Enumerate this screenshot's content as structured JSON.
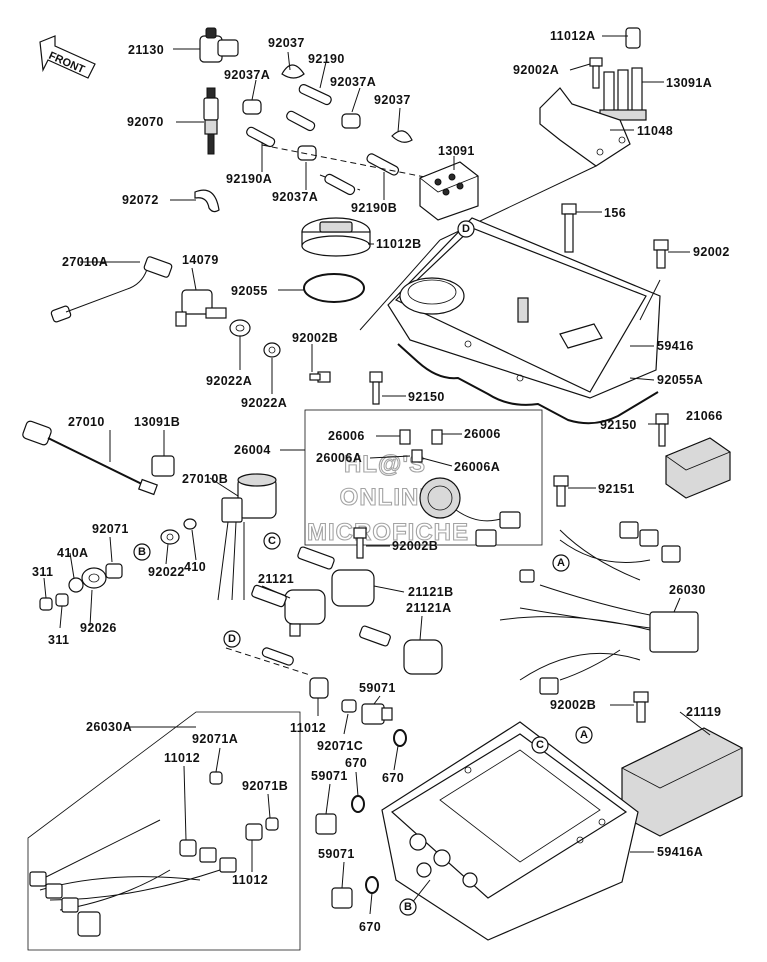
{
  "direction_arrow": {
    "label": "FRONT"
  },
  "watermark": {
    "line1": "HL@'S",
    "line2": "ONLINE",
    "line3": "MICROFICHE"
  },
  "callouts": {
    "B": "B",
    "C": "C",
    "D": "D",
    "A": "A"
  },
  "parts": {
    "p21130": "21130",
    "p92037_a": "92037",
    "p92190": "92190",
    "p92037A_a": "92037A",
    "p92037A_b": "92037A",
    "p92037_b": "92037",
    "p92070": "92070",
    "p92190A": "92190A",
    "p92037A_c": "92037A",
    "p92190B": "92190B",
    "p13091": "13091",
    "p92072": "92072",
    "p11012A": "11012A",
    "p92002A": "92002A",
    "p13091A": "13091A",
    "p11048": "11048",
    "p156": "156",
    "p11012B": "11012B",
    "p27010A": "27010A",
    "p14079": "14079",
    "p92002": "92002",
    "p92055": "92055",
    "p92002B_a": "92002B",
    "p59416": "59416",
    "p92022A_a": "92022A",
    "p92022A_b": "92022A",
    "p92055A": "92055A",
    "p92150_a": "92150",
    "p27010": "27010",
    "p13091B": "13091B",
    "p26004": "26004",
    "p26006_a": "26006",
    "p26006_b": "26006",
    "p26006A_a": "26006A",
    "p26006A_b": "26006A",
    "p92150_b": "92150",
    "p21066": "21066",
    "p27010B": "27010B",
    "p92151": "92151",
    "p92071": "92071",
    "p92002B_b": "92002B",
    "p410A": "410A",
    "p92022": "92022",
    "p410": "410",
    "p311_a": "311",
    "p311_b": "311",
    "p92026": "92026",
    "p21121": "21121",
    "p21121B": "21121B",
    "p21121A": "21121A",
    "p26030": "26030",
    "p59071_a": "59071",
    "p11012_a": "11012",
    "p92071C": "92071C",
    "p92002B_c": "92002B",
    "p21119": "21119",
    "p26030A": "26030A",
    "p92071A": "92071A",
    "p11012_b": "11012",
    "p92071B": "92071B",
    "p59071_b": "59071",
    "p670_a": "670",
    "p670_b": "670",
    "p59416A": "59416A",
    "p11012_c": "11012",
    "p59071_c": "59071",
    "p670_c": "670"
  }
}
